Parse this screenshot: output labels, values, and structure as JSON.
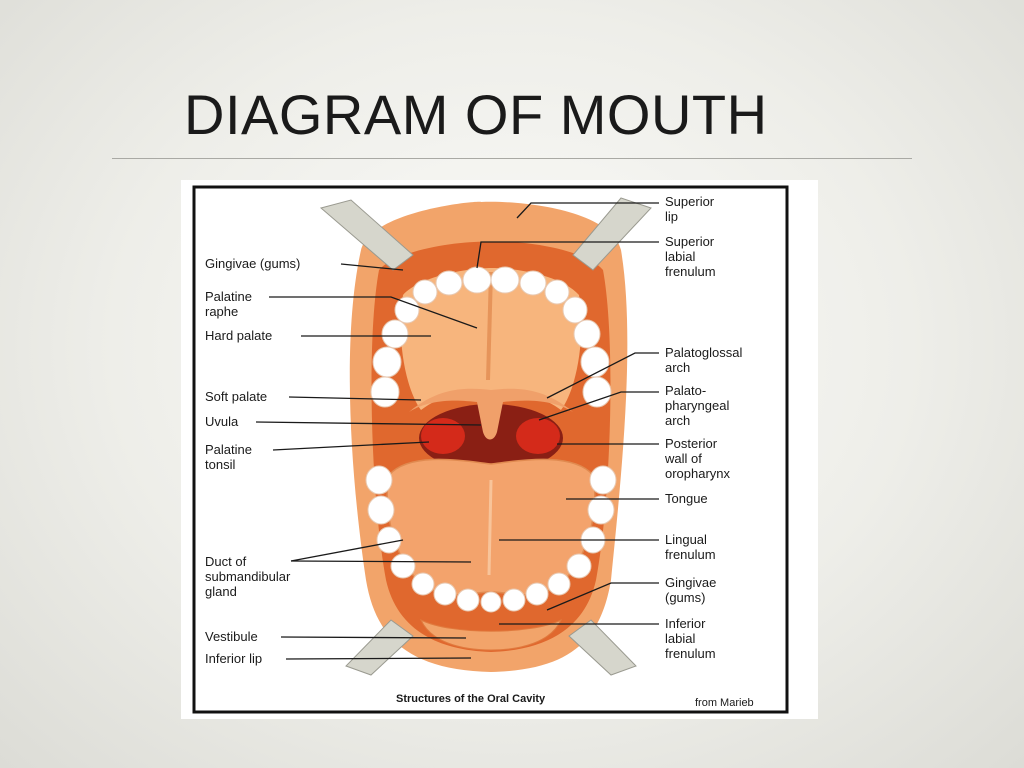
{
  "slide": {
    "title": "DIAGRAM OF MOUTH"
  },
  "figure": {
    "caption": "Structures of the Oral Cavity",
    "source": "from Marieb",
    "labels_left": [
      {
        "id": "gingivae-upper",
        "lines": [
          "Gingivae (gums)"
        ]
      },
      {
        "id": "palatine-raphe",
        "lines": [
          "Palatine",
          "raphe"
        ]
      },
      {
        "id": "hard-palate",
        "lines": [
          "Hard palate"
        ]
      },
      {
        "id": "soft-palate",
        "lines": [
          "Soft palate"
        ]
      },
      {
        "id": "uvula",
        "lines": [
          "Uvula"
        ]
      },
      {
        "id": "palatine-tonsil",
        "lines": [
          "Palatine",
          "tonsil"
        ]
      },
      {
        "id": "duct-submandibular",
        "lines": [
          "Duct of",
          "submandibular",
          "gland"
        ]
      },
      {
        "id": "vestibule",
        "lines": [
          "Vestibule"
        ]
      },
      {
        "id": "inferior-lip",
        "lines": [
          "Inferior lip"
        ]
      }
    ],
    "labels_right": [
      {
        "id": "superior-lip",
        "lines": [
          "Superior",
          "lip"
        ]
      },
      {
        "id": "superior-labial-frenulum",
        "lines": [
          "Superior",
          "labial",
          "frenulum"
        ]
      },
      {
        "id": "palatoglossal-arch",
        "lines": [
          "Palatoglossal",
          "arch"
        ]
      },
      {
        "id": "palatopharyngeal-arch",
        "lines": [
          "Palato-",
          "pharyngeal",
          "arch"
        ]
      },
      {
        "id": "posterior-wall",
        "lines": [
          "Posterior",
          "wall of",
          "oropharynx"
        ]
      },
      {
        "id": "tongue",
        "lines": [
          "Tongue"
        ]
      },
      {
        "id": "lingual-frenulum",
        "lines": [
          "Lingual",
          "frenulum"
        ]
      },
      {
        "id": "gingivae-lower",
        "lines": [
          "Gingivae",
          "(gums)"
        ]
      },
      {
        "id": "inferior-labial-frenulum",
        "lines": [
          "Inferior",
          "labial",
          "frenulum"
        ]
      }
    ]
  },
  "colors": {
    "lip": "#f2a46a",
    "lip_dark": "#e07a3e",
    "mouth_interior": "#e0682e",
    "palate": "#f7b57d",
    "throat": "#8a1f14",
    "tonsil": "#d42a1a",
    "tongue": "#f3a36c",
    "teeth": "#ffffff",
    "retractor": "#d6d6cc"
  }
}
